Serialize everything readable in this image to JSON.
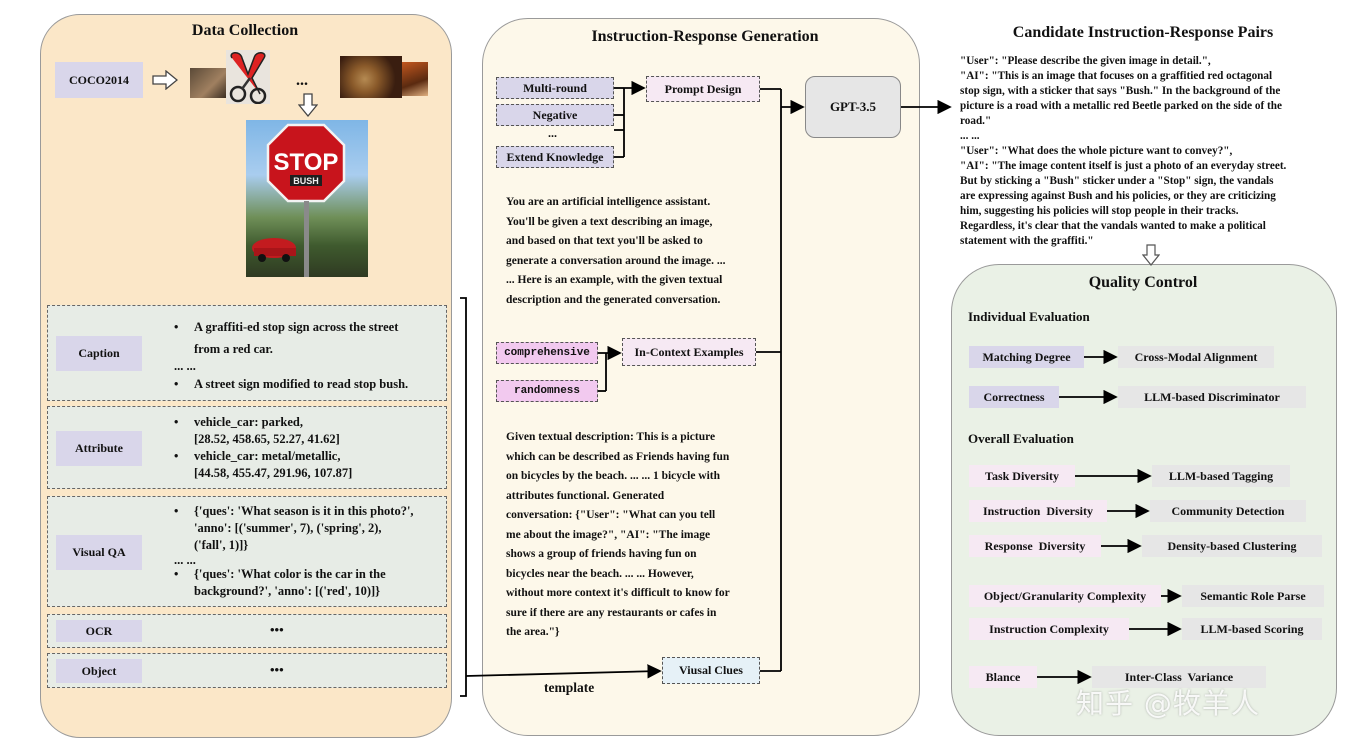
{
  "data_collection": {
    "title": "Data Collection",
    "source_label": "COCO2014",
    "ellipsis": "...",
    "rows": [
      {
        "label": "Caption",
        "lines": [
          "A graffiti-ed stop sign across the street",
          "from a red car.",
          "... ...",
          "A street sign modified to read stop bush."
        ]
      },
      {
        "label": "Attribute",
        "lines": [
          "vehicle_car: parked,",
          "[28.52, 458.65, 52.27, 41.62]",
          "vehicle_car: metal/metallic,",
          "[44.58, 455.47, 291.96, 107.87]"
        ]
      },
      {
        "label": "Visual QA",
        "lines": [
          "{'ques': 'What season is it in this photo?',",
          "'anno': [('summer', 7), ('spring', 2),",
          "('fall', 1)]}",
          "... ...",
          "{'ques': 'What color is the car in the",
          "background?', 'anno': [('red', 10)]}"
        ]
      },
      {
        "label": "OCR",
        "content": "•••"
      },
      {
        "label": "Object",
        "content": "•••"
      }
    ]
  },
  "generation": {
    "title": "Instruction-Response Generation",
    "prompt_items": [
      "Multi-round",
      "Negative",
      "...",
      "Extend Knowledge"
    ],
    "prompt_design": "Prompt Design",
    "gpt": "GPT-3.5",
    "system_text": [
      "You are an artificial intelligence assistant.",
      "You'll be given a text describing an image,",
      "and based on that text you'll be asked to",
      "generate a conversation around the image. ...",
      "... Here is an example, with the given textual",
      "description and the generated conversation."
    ],
    "example_items": [
      "comprehensive",
      "randomness"
    ],
    "in_context": "In-Context Examples",
    "example_text": [
      "Given textual description: This is a picture",
      "which can be described as Friends having fun",
      "on bicycles by the beach. ... ... 1 bicycle with",
      "attributes functional. Generated",
      "conversation: {\"User\": \"What can you tell",
      "me about the image?\", \"AI\": \"The image",
      "shows a group of friends having fun on",
      "bicycles near the beach. ... ... However,",
      "without more context it's difficult to know for",
      "sure if there are any restaurants or cafes in",
      "the area.\"}"
    ],
    "visual_clues": "Viusal Clues",
    "template": "template"
  },
  "candidates": {
    "title": "Candidate Instruction-Response Pairs",
    "lines": [
      "\"User\": \"Please describe the given image in detail.\",",
      "\"AI\": \"This is an image that focuses on a graffitied red octagonal",
      "stop sign, with a sticker that says \"Bush.\" In the background of the",
      "picture is a road with a metallic red Beetle parked on the side of the",
      "road.\"",
      "... ...",
      "\"User\": \"What does the whole picture want to convey?\",",
      "\"AI\": \"The image content itself is just a photo of an everyday street.",
      "But by sticking a \"Bush\" sticker under a \"Stop\" sign, the vandals",
      "are expressing against Bush and his policies, or they are criticizing",
      "him, suggesting his policies will stop people in their tracks.",
      "Regardless, it's clear that the vandals wanted to make a political",
      "statement with the graffiti.\""
    ]
  },
  "quality": {
    "title": "Quality Control",
    "individual_title": "Individual Evaluation",
    "individual": [
      {
        "left": "Matching Degree",
        "right": "Cross-Modal Alignment"
      },
      {
        "left": "Correctness",
        "right": "LLM-based Discriminator"
      }
    ],
    "overall_title": "Overall Evaluation",
    "overall": [
      {
        "left": "Task Diversity",
        "right": "LLM-based Tagging"
      },
      {
        "left": "Instruction  Diversity",
        "right": "Community Detection"
      },
      {
        "left": "Response  Diversity",
        "right": "Density-based Clustering"
      },
      {
        "left": "Object/Granularity Complexity",
        "right": "Semantic Role Parse"
      },
      {
        "left": "Instruction Complexity",
        "right": "LLM-based Scoring"
      },
      {
        "left": "Blance",
        "right": "Inter-Class  Variance"
      }
    ]
  },
  "watermark": "知乎 @牧羊人",
  "photo": {
    "sign_text": "STOP",
    "sticker_text": "BUSH"
  }
}
